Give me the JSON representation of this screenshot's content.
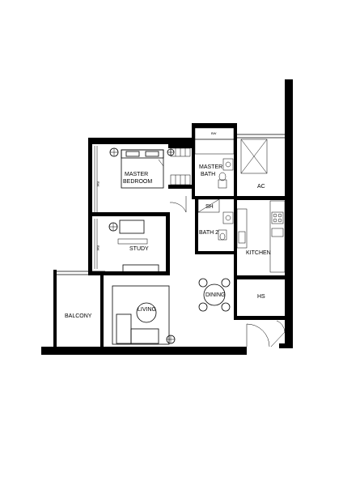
{
  "rooms": {
    "master_bedroom": [
      "MASTER",
      "BEDROOM"
    ],
    "master_bath": [
      "MASTER",
      "BATH"
    ],
    "ac": "AC",
    "sh": "SH",
    "bath2": "BATH 2",
    "kitchen": "KITCHEN",
    "study": "STUDY",
    "dining": "DINING",
    "hs": "HS",
    "living": "LIVING",
    "balcony": "BALCONY"
  },
  "tags": {
    "bw": "BW"
  },
  "icons": [
    "bed-icon",
    "sofa-icon",
    "dining-table-icon",
    "toilet-icon",
    "sink-icon",
    "stove-icon",
    "plant-icon",
    "door-swing-icon"
  ]
}
